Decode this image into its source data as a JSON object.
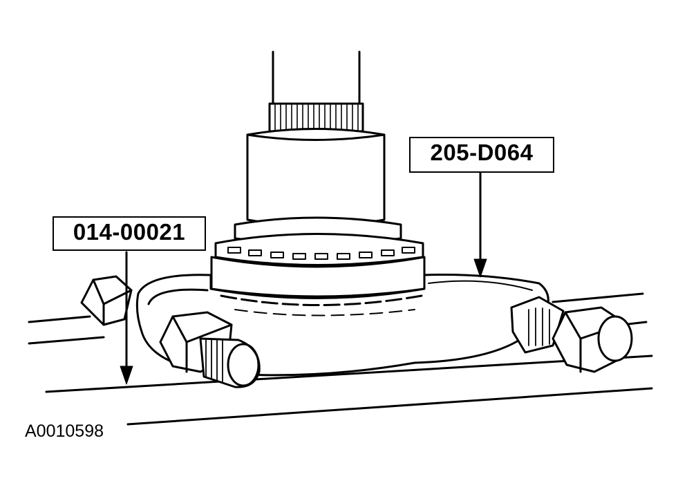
{
  "callouts": {
    "tool_left": "014-00021",
    "tool_right": "205-D064"
  },
  "figure_id": "A0010598"
}
